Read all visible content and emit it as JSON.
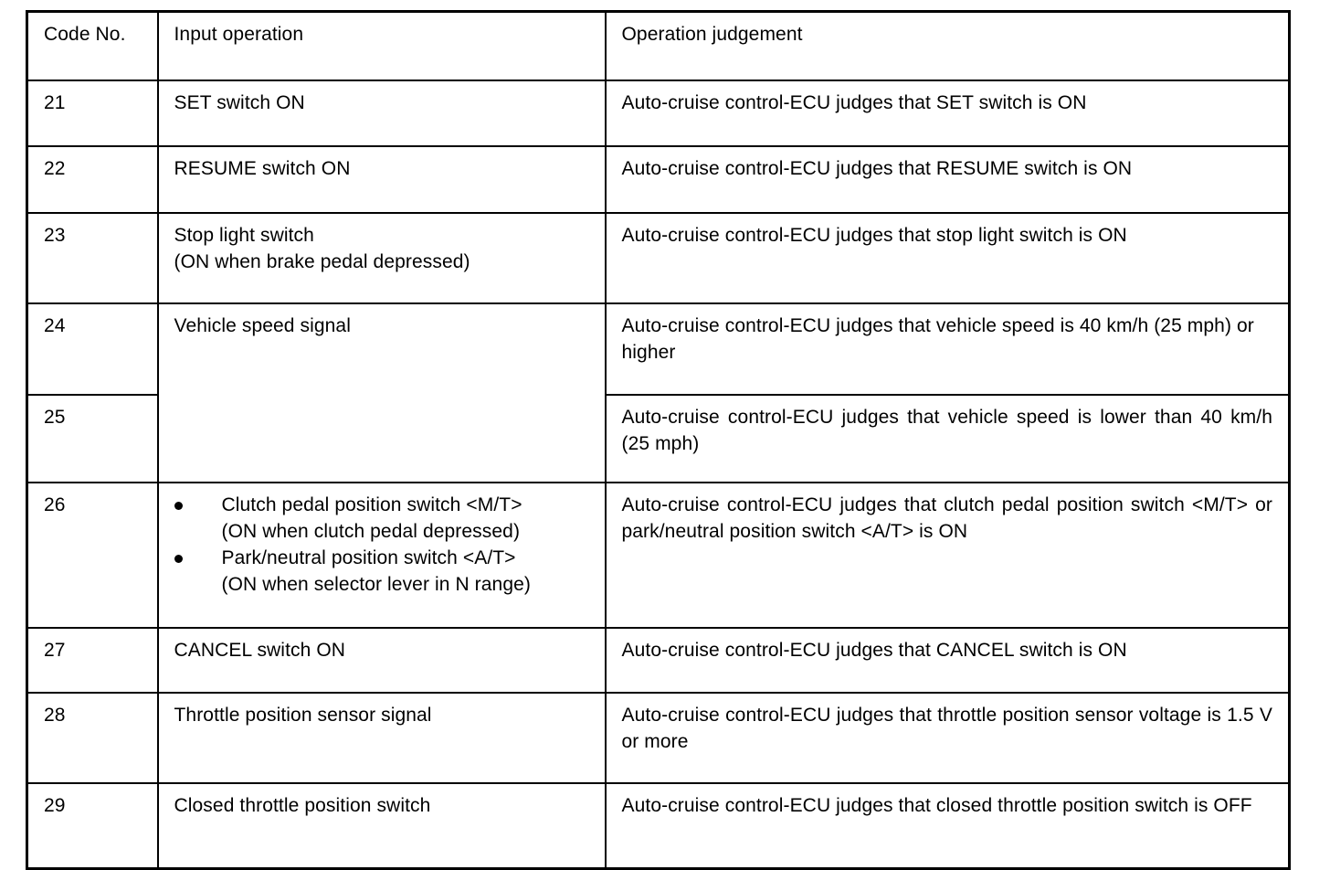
{
  "table": {
    "headers": {
      "code_no": "Code No.",
      "input_operation": "Input operation",
      "operation_judgement": "Operation judgement"
    },
    "rows": [
      {
        "code": "21",
        "input": "SET switch ON",
        "judgement": "Auto-cruise control-ECU judges that SET switch is ON"
      },
      {
        "code": "22",
        "input": "RESUME switch ON",
        "judgement": "Auto-cruise control-ECU judges that RESUME switch is ON"
      },
      {
        "code": "23",
        "input_line1": "Stop light switch",
        "input_line2": "(ON when brake pedal depressed)",
        "judgement": "Auto-cruise control-ECU judges that stop light switch is ON"
      },
      {
        "code": "24",
        "input_merged": "Vehicle speed signal",
        "judgement": "Auto-cruise control-ECU judges that vehicle speed is 40 km/h (25 mph) or higher"
      },
      {
        "code": "25",
        "judgement": "Auto-cruise control-ECU judges that vehicle speed is lower than 40 km/h (25 mph)"
      },
      {
        "code": "26",
        "bullets": [
          {
            "title": "Clutch pedal position switch <M/T>",
            "note": "(ON when clutch pedal depressed)"
          },
          {
            "title": "Park/neutral position switch <A/T>",
            "note": "(ON when selector lever in N range)"
          }
        ],
        "judgement": "Auto-cruise control-ECU judges that clutch pedal position switch <M/T> or park/neutral position switch <A/T> is ON"
      },
      {
        "code": "27",
        "input": "CANCEL switch ON",
        "judgement": "Auto-cruise control-ECU judges that CANCEL switch is ON"
      },
      {
        "code": "28",
        "input": "Throttle position sensor signal",
        "judgement": "Auto-cruise control-ECU judges that throttle position sensor voltage is 1.5 V or more"
      },
      {
        "code": "29",
        "input": "Closed throttle position switch",
        "judgement": "Auto-cruise control-ECU judges that closed throttle position switch is OFF"
      }
    ]
  },
  "colors": {
    "text": "#000000",
    "rule": "#000000",
    "background": "#ffffff"
  }
}
